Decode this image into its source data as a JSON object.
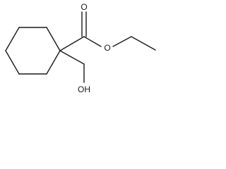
{
  "molecule": {
    "atoms": {
      "carbonyl_oxygen": "O",
      "ester_oxygen": "O",
      "hydroxyl": "OH"
    }
  }
}
